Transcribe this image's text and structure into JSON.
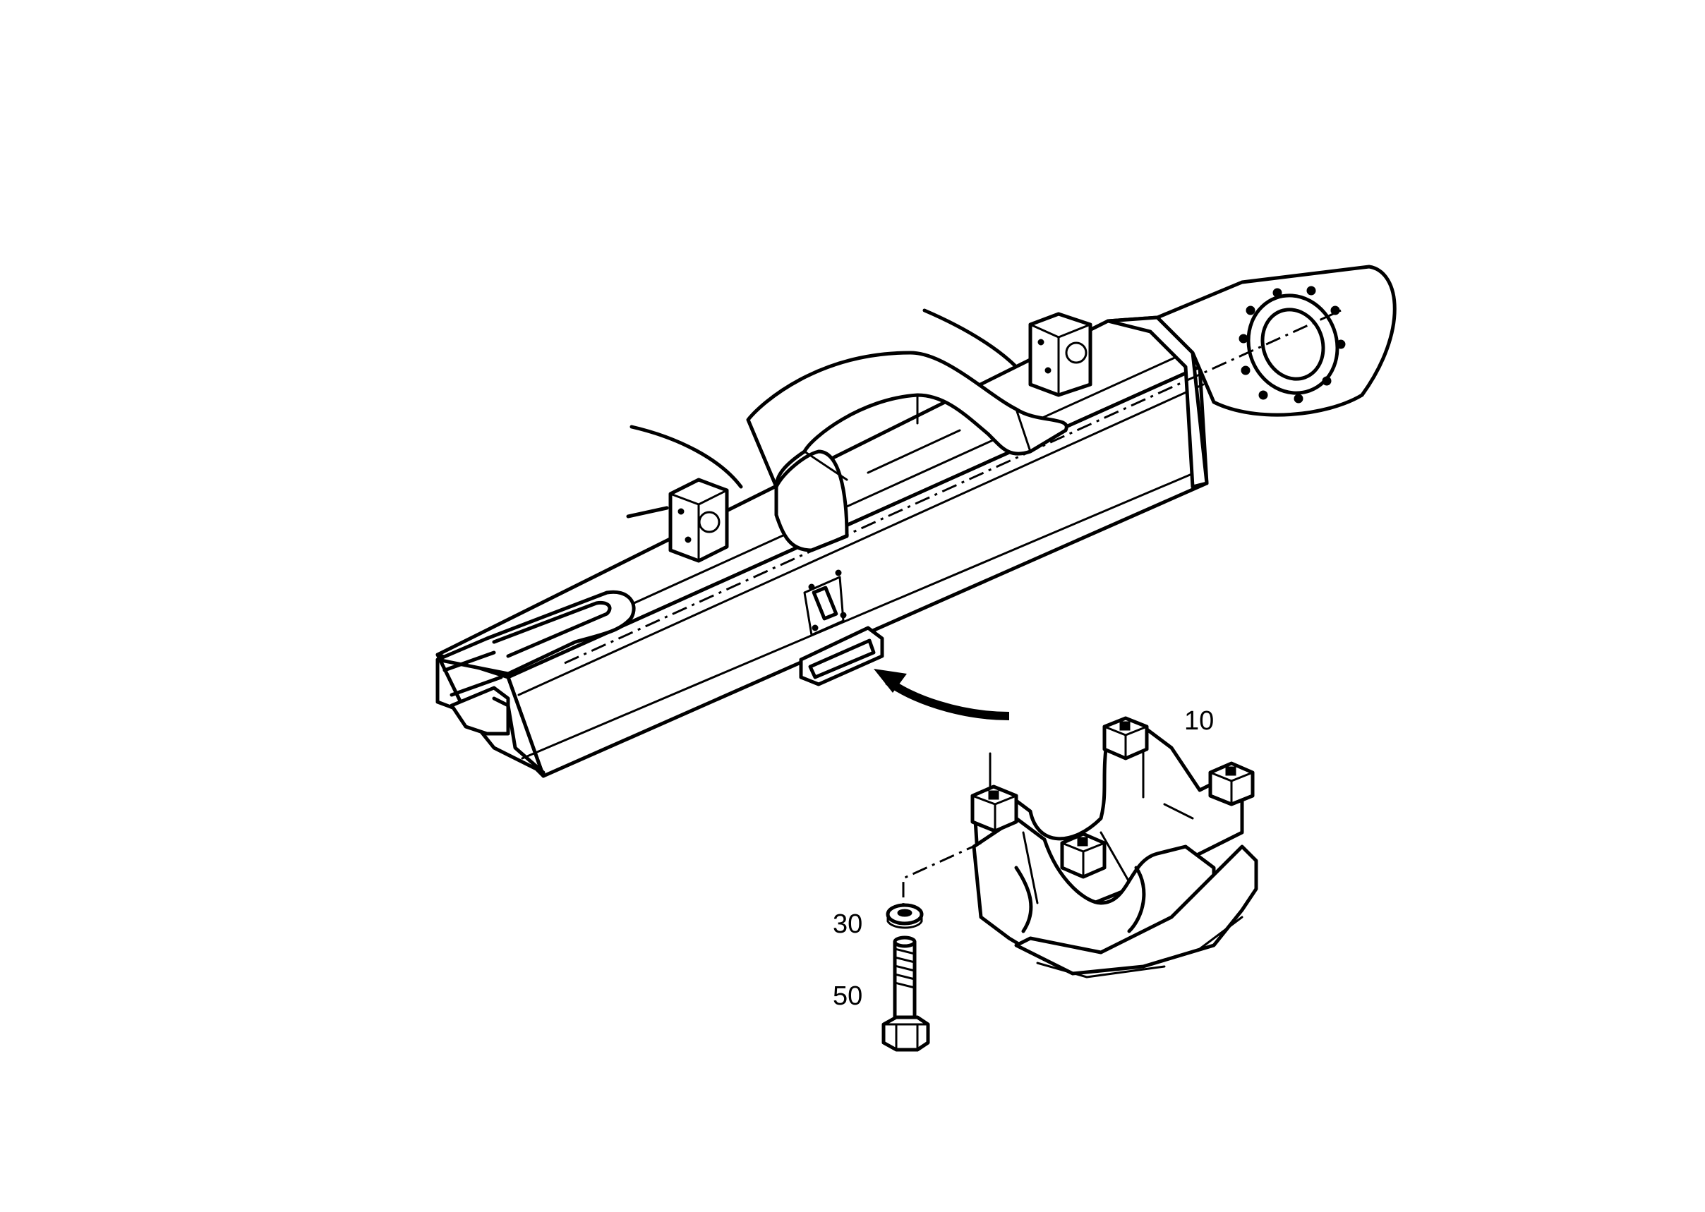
{
  "labels": {
    "part_10": "10",
    "part_30": "30",
    "part_50": "50"
  },
  "colors": {
    "line": "#000000",
    "background": "#ffffff"
  }
}
